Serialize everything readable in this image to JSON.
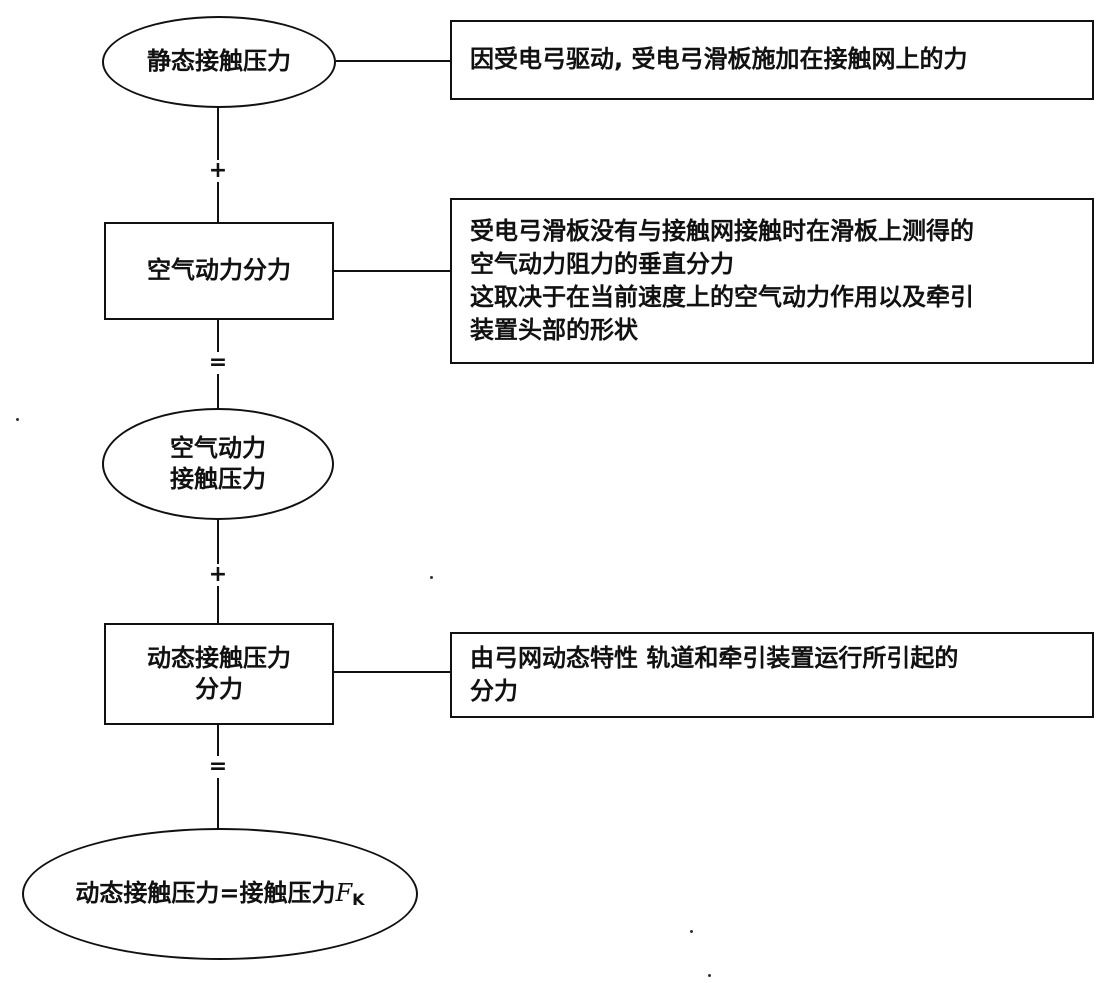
{
  "nodes": {
    "static_pressure": "静态接触压力",
    "aero_component": "空气动力分力",
    "aero_pressure_line1": "空气动力",
    "aero_pressure_line2": "接触压力",
    "dynamic_component_line1": "动态接触压力",
    "dynamic_component_line2": "分力",
    "result_text": "动态接触压力=接触压力",
    "result_variable": "F",
    "result_subscript": "K"
  },
  "operators": {
    "plus1": "+",
    "equals1": "=",
    "plus2": "+",
    "equals2": "="
  },
  "descriptions": {
    "static": "因受电弓驱动, 受电弓滑板施加在接触网上的力",
    "aero": [
      "受电弓滑板没有与接触网接触时在滑板上测得的",
      "空气动力阻力的垂直分力",
      "这取决于在当前速度上的空气动力作用以及牵引",
      "装置头部的形状"
    ],
    "dynamic": [
      "由弓网动态特性 轨道和牵引装置运行所引起的",
      "分力"
    ]
  }
}
